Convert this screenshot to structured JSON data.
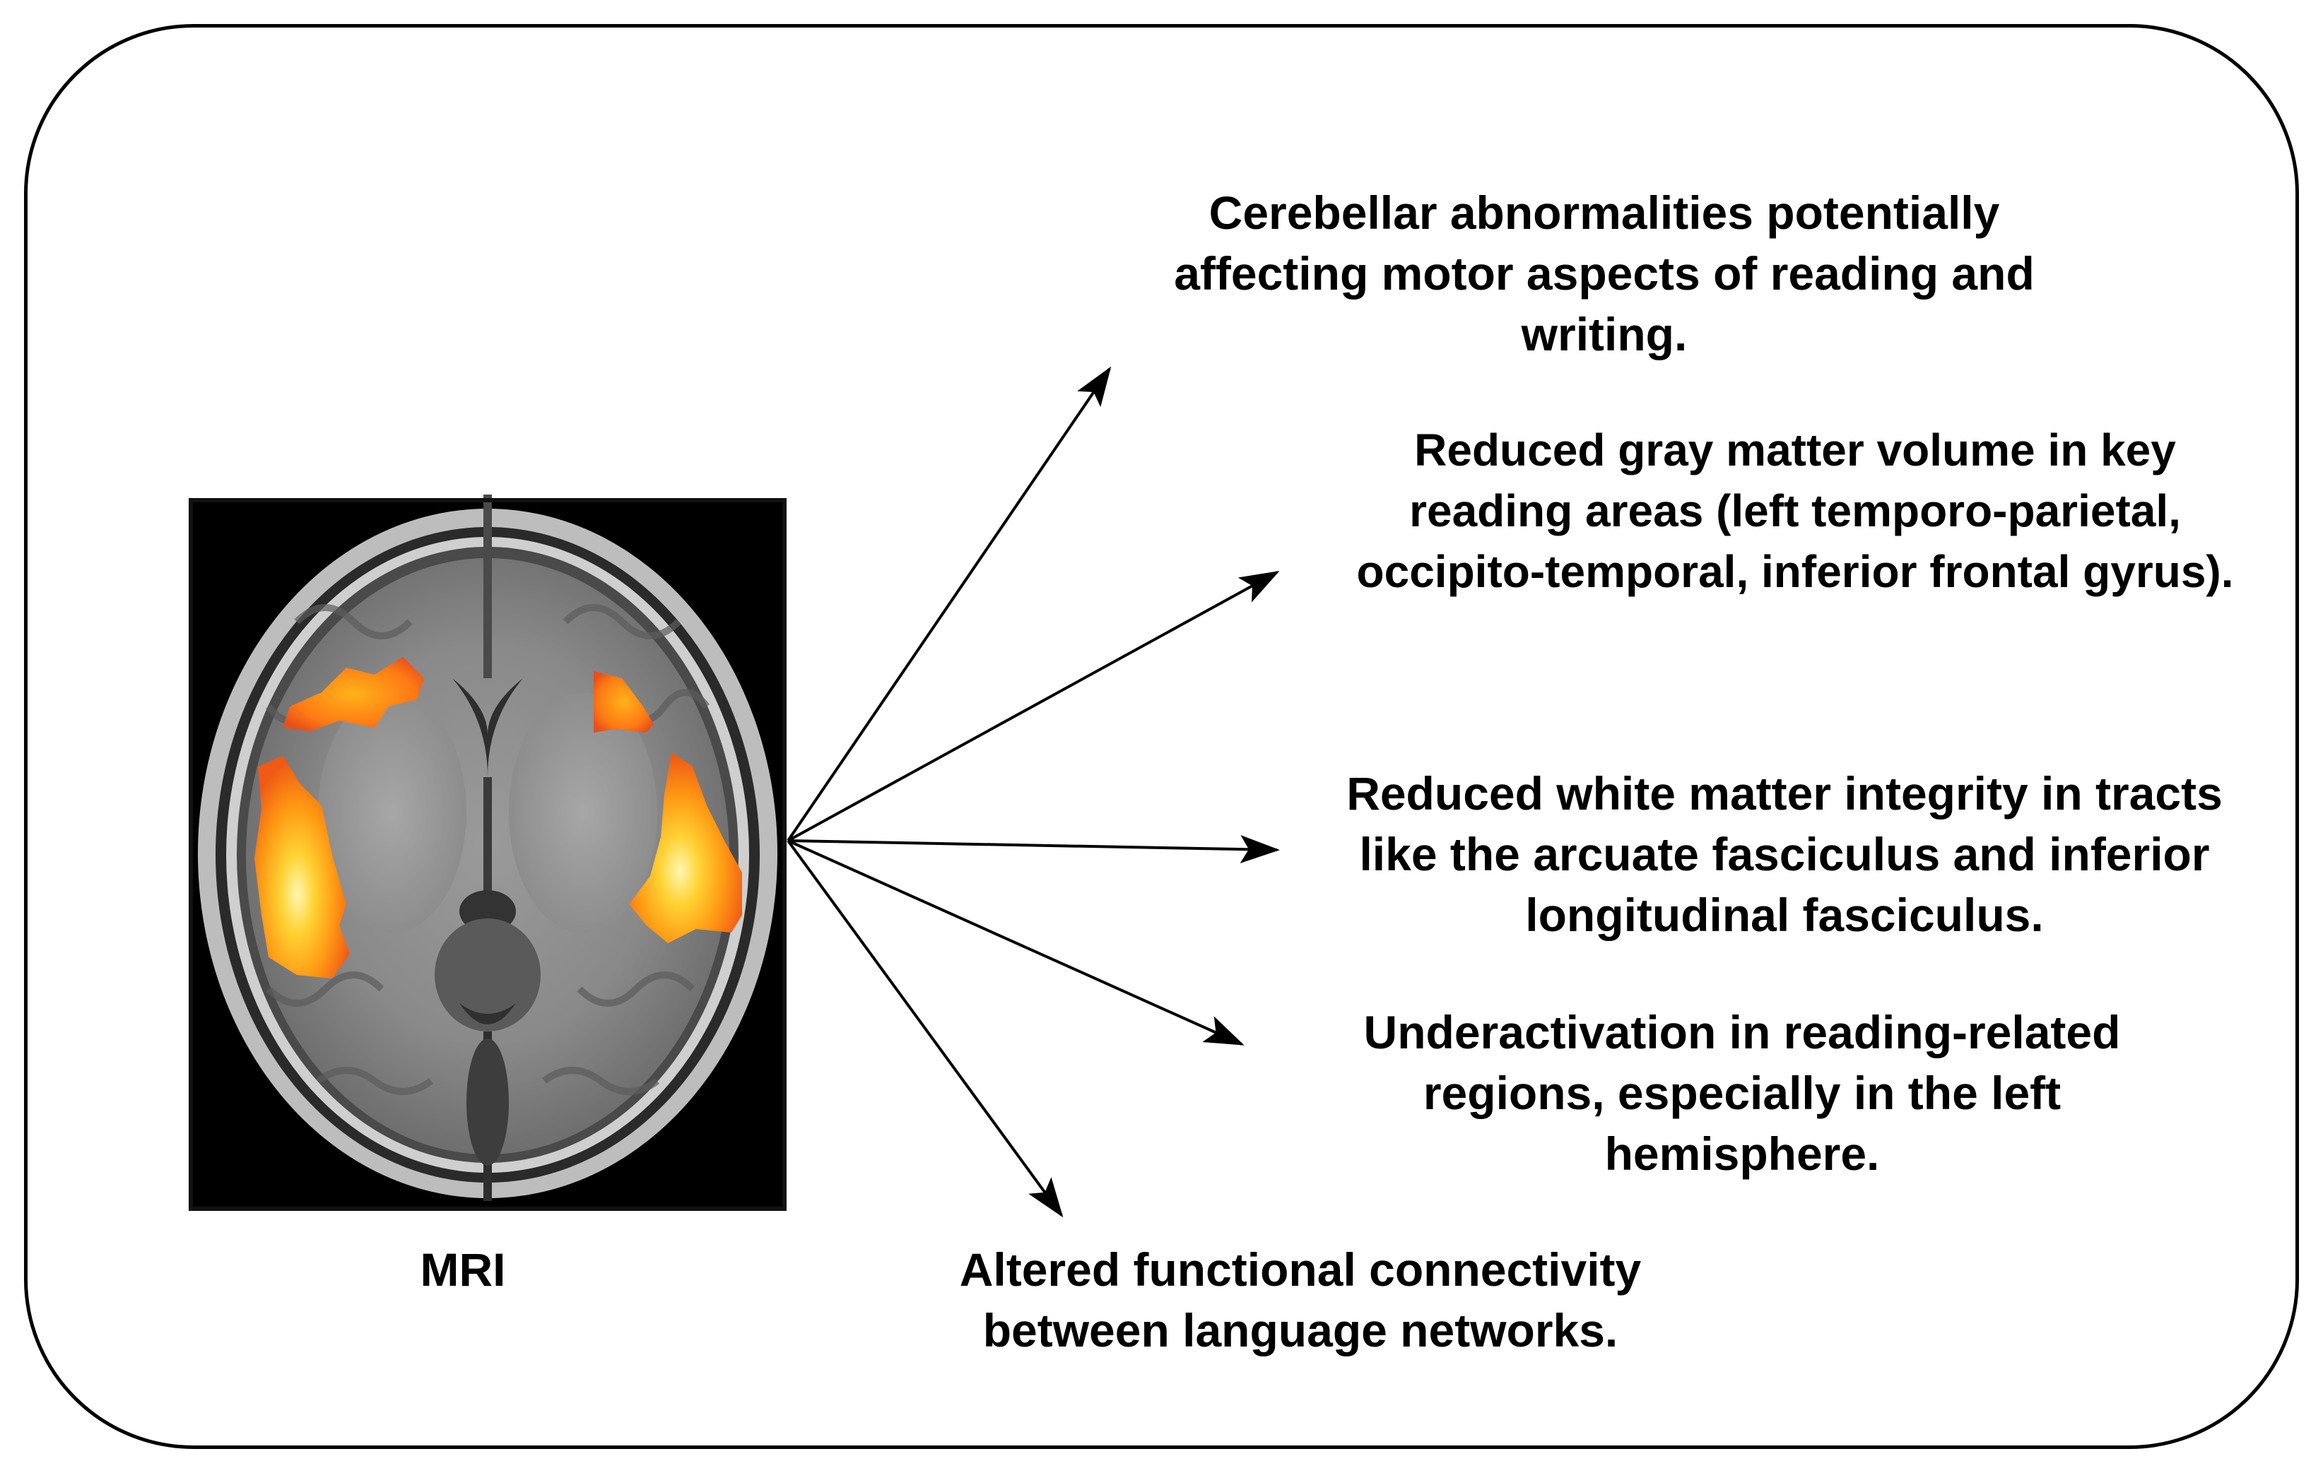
{
  "diagram": {
    "image_label": "MRI",
    "findings": [
      {
        "id": "cerebellar",
        "lines": [
          "Cerebellar abnormalities potentially",
          "affecting motor aspects of reading and",
          "writing."
        ]
      },
      {
        "id": "gray-matter",
        "lines": [
          "Reduced gray matter volume in key",
          "reading areas (left temporo-parietal,",
          "occipito-temporal, inferior frontal gyrus)."
        ]
      },
      {
        "id": "white-matter",
        "lines": [
          "Reduced white matter integrity in tracts",
          "like the arcuate fasciculus and inferior",
          "longitudinal fasciculus."
        ]
      },
      {
        "id": "underactivation",
        "lines": [
          "Underactivation in reading-related",
          "regions, especially in the left",
          "hemisphere."
        ]
      },
      {
        "id": "connectivity",
        "lines": [
          "Altered functional connectivity",
          "between language networks."
        ]
      }
    ]
  },
  "colors": {
    "frame": "#000000",
    "scan_background": "#000000",
    "activation_core": "#fff7b0",
    "activation_mid": "#ffc21a",
    "activation_edge": "#f05a14"
  }
}
